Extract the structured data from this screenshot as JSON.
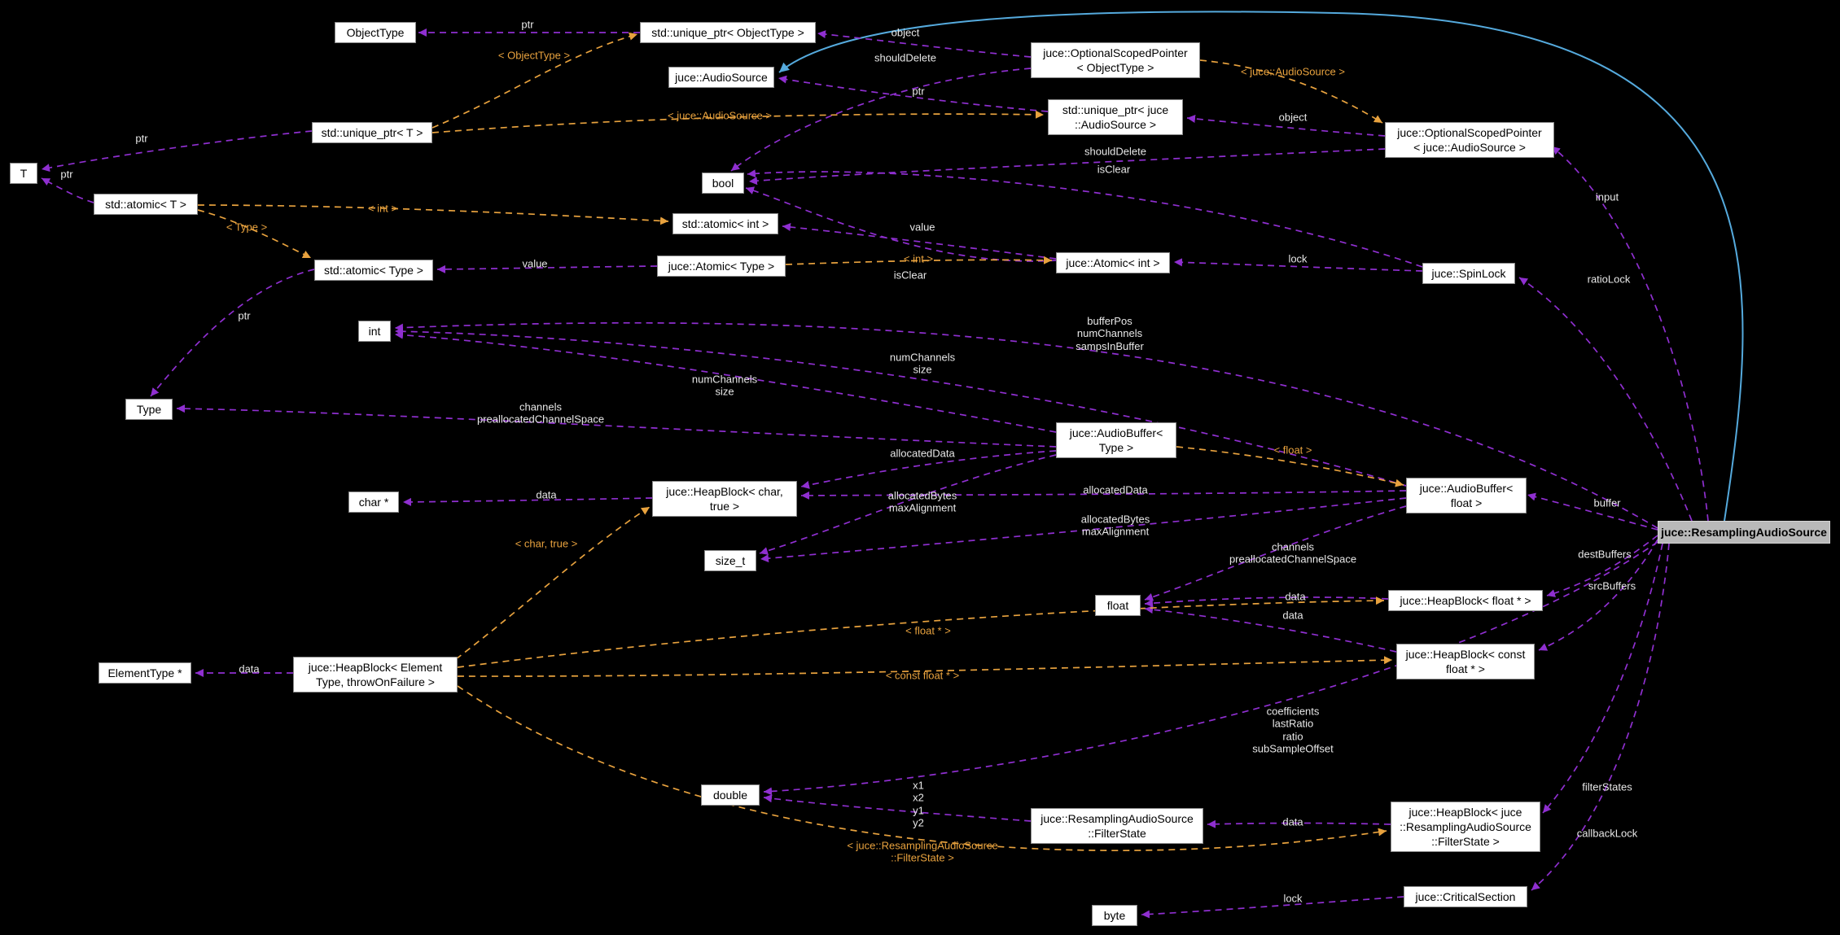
{
  "colors": {
    "background": "#000000",
    "node_bg": "#ffffff",
    "node_text": "#000000",
    "node_border": "#8a8a8a",
    "highlight_node_bg": "#b9b9b9",
    "usage_edge": "#8f2fd0",
    "template_edge": "#e8a23e",
    "inheritance_edge": "#55aadd",
    "edge_label_text": "#e8e8e8"
  },
  "nodes": [
    {
      "label": "ObjectType"
    },
    {
      "label": "std::unique_ptr< ObjectType >"
    },
    {
      "label": "juce::AudioSource"
    },
    {
      "label": "juce::OptionalScopedPointer\n< ObjectType >"
    },
    {
      "label": "std::unique_ptr< juce\n::AudioSource >"
    },
    {
      "label": "juce::OptionalScopedPointer\n< juce::AudioSource >"
    },
    {
      "label": "std::unique_ptr< T >"
    },
    {
      "label": "bool"
    },
    {
      "label": "T"
    },
    {
      "label": "std::atomic< T >"
    },
    {
      "label": "std::atomic< int >"
    },
    {
      "label": "juce::Atomic< int >"
    },
    {
      "label": "juce::SpinLock"
    },
    {
      "label": "std::atomic< Type >"
    },
    {
      "label": "juce::Atomic< Type >"
    },
    {
      "label": "int"
    },
    {
      "label": "Type"
    },
    {
      "label": "juce::AudioBuffer<\nType >"
    },
    {
      "label": "juce::AudioBuffer<\nfloat >"
    },
    {
      "label": "char *"
    },
    {
      "label": "juce::HeapBlock< char,\ntrue >"
    },
    {
      "label": "size_t"
    },
    {
      "label": "float"
    },
    {
      "label": "juce::HeapBlock< float * >"
    },
    {
      "label": "juce::HeapBlock< const\nfloat * >"
    },
    {
      "label": "ElementType *"
    },
    {
      "label": "juce::HeapBlock< Element\nType, throwOnFailure >"
    },
    {
      "label": "double"
    },
    {
      "label": "juce::ResamplingAudioSource\n::FilterState"
    },
    {
      "label": "juce::HeapBlock< juce\n::ResamplingAudioSource\n::FilterState >"
    },
    {
      "label": "juce::CriticalSection"
    },
    {
      "label": "byte"
    },
    {
      "label": "juce::ResamplingAudioSource"
    }
  ],
  "labels": [
    {
      "text": "ptr"
    },
    {
      "text": "object"
    },
    {
      "text": "shouldDelete"
    },
    {
      "text": "< juce::AudioSource >"
    },
    {
      "text": "ptr"
    },
    {
      "text": "< juce::AudioSource >"
    },
    {
      "text": "object"
    },
    {
      "text": "< ObjectType >"
    },
    {
      "text": "shouldDelete"
    },
    {
      "text": "isClear"
    },
    {
      "text": "input"
    },
    {
      "text": "< int >"
    },
    {
      "text": "value"
    },
    {
      "text": "< Type >"
    },
    {
      "text": "< int >"
    },
    {
      "text": "isClear"
    },
    {
      "text": "lock"
    },
    {
      "text": "ratioLock"
    },
    {
      "text": "value"
    },
    {
      "text": "ptr"
    },
    {
      "text": "ptr"
    },
    {
      "text": "ptr"
    },
    {
      "text": "bufferPos\nnumChannels\nsampsInBuffer"
    },
    {
      "text": "numChannels\nsize"
    },
    {
      "text": "numChannels\nsize"
    },
    {
      "text": "channels\npreallocatedChannelSpace"
    },
    {
      "text": "allocatedData"
    },
    {
      "text": "< float >"
    },
    {
      "text": "data"
    },
    {
      "text": "allocatedData"
    },
    {
      "text": "allocatedBytes\nmaxAlignment"
    },
    {
      "text": "allocatedBytes\nmaxAlignment"
    },
    {
      "text": "buffer"
    },
    {
      "text": "channels\npreallocatedChannelSpace"
    },
    {
      "text": "< char, true >"
    },
    {
      "text": "destBuffers"
    },
    {
      "text": "srcBuffers"
    },
    {
      "text": "data"
    },
    {
      "text": "data"
    },
    {
      "text": "< float * >"
    },
    {
      "text": "< const float * >"
    },
    {
      "text": "data"
    },
    {
      "text": "coefficients\nlastRatio\nratio\nsubSampleOffset"
    },
    {
      "text": "x1\nx2\ny1\ny2"
    },
    {
      "text": "filterStates"
    },
    {
      "text": "data"
    },
    {
      "text": "callbackLock"
    },
    {
      "text": "< juce::ResamplingAudioSource\n::FilterState >"
    },
    {
      "text": "lock"
    }
  ]
}
